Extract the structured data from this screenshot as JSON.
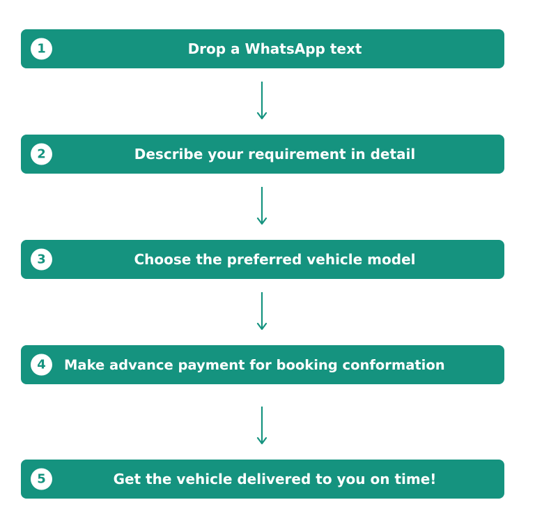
{
  "theme": {
    "box_color": "#15937f",
    "text_color": "#ffffff",
    "arrow_color": "#15937f"
  },
  "steps": [
    {
      "number": "1",
      "label": "Drop a WhatsApp text"
    },
    {
      "number": "2",
      "label": "Describe your requirement in detail"
    },
    {
      "number": "3",
      "label": "Choose the preferred vehicle model"
    },
    {
      "number": "4",
      "label": "Make advance payment for booking conformation"
    },
    {
      "number": "5",
      "label": "Get the vehicle delivered to you on time!"
    }
  ]
}
